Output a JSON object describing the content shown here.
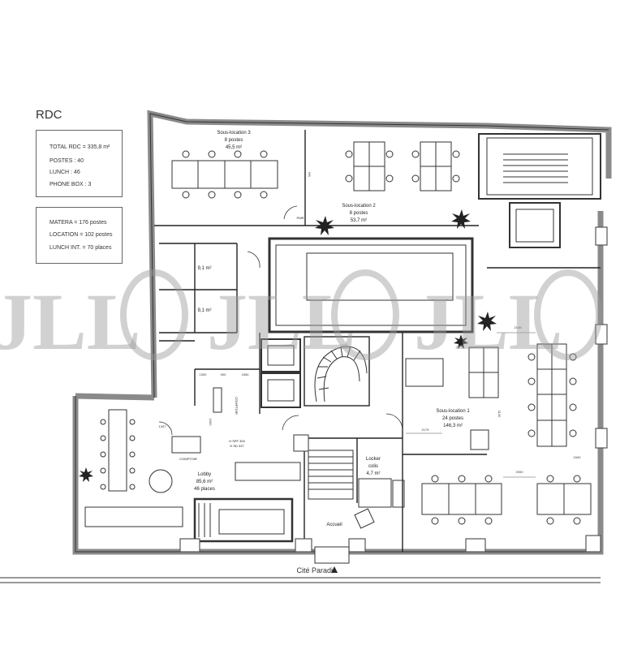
{
  "title": "RDC",
  "summary": {
    "total": "TOTAL RDC = 335,8 m²",
    "postes": "POSTES : 40",
    "lunch": "LUNCH : 46",
    "phone": "PHONE BOX : 3"
  },
  "capacity": {
    "matera": "MATERA = 176 postes",
    "location": "LOCATION = 102 postes",
    "lunch_int": "LUNCH INT. = 70 places"
  },
  "rooms": {
    "sl3_name": "Sous-location 3",
    "sl3_postes": "8 postes",
    "sl3_area": "45,5 m²",
    "sl2_name": "Sous-location 2",
    "sl2_postes": "8 postes",
    "sl2_area": "53,7 m²",
    "sl1_name": "Sous-location 1",
    "sl1_postes": "24 postes",
    "sl1_area": "146,3 m²",
    "wc1_area": "9,1 m²",
    "wc2_area": "9,1 m²",
    "lobby_name": "Lobby",
    "lobby_area": "85,6 m²",
    "lobby_places": "46 places",
    "locker_name": "Locker",
    "locker_sub": "colis",
    "locker_area": "4,7 m²",
    "accueil": "Accueil",
    "comptoir": "COMPTOIR",
    "comptoir2": "COMPTOIR",
    "hspf": "H SPF 303",
    "hsd": "H SD 337",
    "pmr": "PMR",
    "hs": "HS"
  },
  "dimensions": {
    "d1300": "1300",
    "d900": "900",
    "d1554": "1554",
    "d1307": "1307",
    "d2149": "2149",
    "d2179": "2179",
    "d2000": "2000",
    "d1640": "1640",
    "dv1": "1120",
    "dv2": "1000"
  },
  "street": "Cité Paradis",
  "brand": "JLL"
}
